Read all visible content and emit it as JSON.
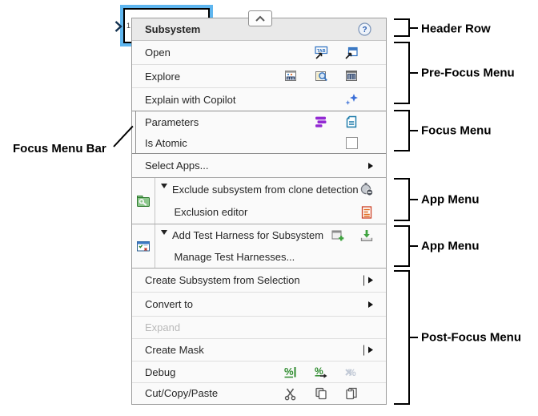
{
  "colors": {
    "selection_blue": "#5fb6ef",
    "menu_background": "#fafafa",
    "header_background": "#e9e9e9",
    "menu_border": "#9c9c9c",
    "parameters_purple": "#9329d3",
    "document_teal": "#1878a8",
    "debug_green": "#2e8b2e",
    "copilot_blue": "#3b6fd8",
    "disabled_text": "#b9b9b9"
  },
  "block": {
    "port_number": "1"
  },
  "menu": {
    "collapse_button": {
      "icon": "chevron-up-icon"
    },
    "header": {
      "title": "Subsystem",
      "help_icon": "help-icon"
    },
    "pre_focus_rows": [
      {
        "label": "Open",
        "icons": [
          "open-in-tab-icon",
          "open-in-window-icon"
        ]
      },
      {
        "label": "Explore",
        "icons": [
          "model-explorer-icon",
          "find-in-model-icon",
          "model-browser-icon"
        ]
      },
      {
        "label": "Explain with Copilot",
        "icons": [
          "copilot-sparkle-icon"
        ]
      }
    ],
    "focus_rows": [
      {
        "label": "Parameters",
        "icons": [
          "tune-parameters-icon",
          "block-parameters-icon"
        ]
      },
      {
        "label": "Is Atomic",
        "checkbox_checked": false
      }
    ],
    "select_apps_row": {
      "label": "Select Apps...",
      "submenu": true
    },
    "app_menus": [
      {
        "app_icon": "clone-detection-app-icon",
        "rows": [
          {
            "label": "Exclude subsystem from clone detection",
            "caret": true,
            "icons": [
              "clone-exclusion-icon"
            ]
          },
          {
            "label": "Exclusion editor",
            "icons": [
              "exclusion-editor-icon"
            ]
          }
        ]
      },
      {
        "app_icon": "simulink-test-app-icon",
        "rows": [
          {
            "label": "Add Test Harness for Subsystem",
            "caret": true,
            "icons": [
              "add-harness-icon",
              "import-harness-icon"
            ]
          },
          {
            "label": "Manage Test Harnesses...",
            "icons": []
          }
        ]
      }
    ],
    "post_focus_rows": [
      {
        "label": "Create Subsystem from Selection",
        "pinned_submenu": true
      },
      {
        "label": "Convert to",
        "submenu": true
      },
      {
        "label": "Expand",
        "disabled": true
      },
      {
        "label": "Create Mask",
        "pinned_submenu": true
      },
      {
        "label": "Debug",
        "icons": [
          "debug-percent-icon",
          "debug-step-percent-icon",
          "debug-disabled-percent-icon"
        ]
      },
      {
        "label": "Cut/Copy/Paste",
        "icons": [
          "cut-icon",
          "copy-icon",
          "paste-icon"
        ]
      }
    ]
  },
  "annotations": {
    "focus_menu_bar_label": "Focus Menu Bar",
    "right_labels": [
      {
        "label": "Header Row"
      },
      {
        "label": "Pre-Focus Menu"
      },
      {
        "label": "Focus Menu"
      },
      {
        "label": "App Menu"
      },
      {
        "label": "App Menu"
      },
      {
        "label": "Post-Focus Menu"
      }
    ]
  }
}
